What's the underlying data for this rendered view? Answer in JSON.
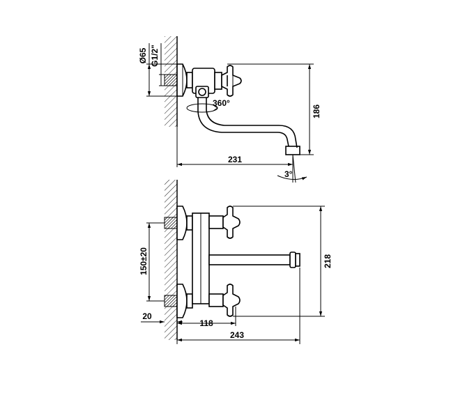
{
  "diagram": {
    "side_view": {
      "dim_diameter": "Ø65",
      "dim_thread": "G1/2\"",
      "dim_rotation": "360°",
      "dim_height": "186",
      "dim_length": "231",
      "dim_angle": "3°"
    },
    "front_view": {
      "dim_inlet_spacing": "150±20",
      "dim_height": "218",
      "dim_wall_offset": "20",
      "dim_handle_offset": "118",
      "dim_length": "243"
    }
  }
}
